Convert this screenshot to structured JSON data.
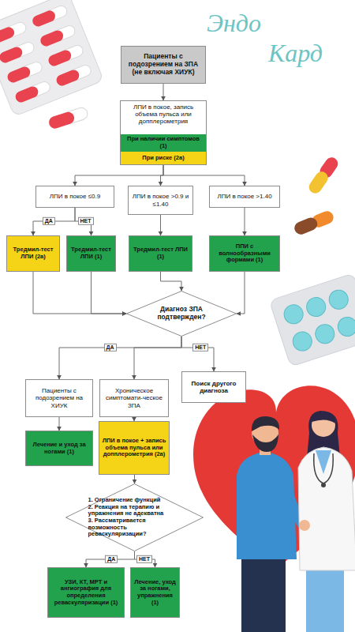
{
  "diagram": {
    "nodes": [
      {
        "text": [
          "Пациенты с подозрением на ЗПА (не включая ХИУК)"
        ]
      },
      {
        "text": [
          "ЛПИ в покое, запись объема пульса или допплерометрия"
        ]
      },
      {
        "text": [
          "При наличии симптомов (1)"
        ],
        "in": 1
      },
      {
        "text": [
          "При риске (2a)"
        ],
        "in": 1
      },
      {
        "text": [
          "ЛПИ в покое ≤0.9"
        ]
      },
      {
        "text": [
          "ЛПИ в покое >0.9 и ≤1.40"
        ]
      },
      {
        "text": [
          "ЛПИ в покое >1.40"
        ]
      },
      {
        "text": [
          "Тредмил-тест ЛПИ (2a)"
        ]
      },
      {
        "text": [
          "Тредмил-тест ЛПИ (1)"
        ]
      },
      {
        "text": [
          "Тредмил-тест ЛПИ (1)"
        ]
      },
      {
        "text": [
          "ППИ с волнообразными формами (1)"
        ]
      },
      {
        "text": [
          "Диагноз ЗПА подтвержден?"
        ]
      },
      {
        "text": [
          "Пациенты с подозрением на ХИУК"
        ]
      },
      {
        "text": [
          "Хроническое симптомати-ческое ЗПА"
        ]
      },
      {
        "text": [
          "Поиск другого диагноза"
        ]
      },
      {
        "text": [
          "Лечение и уход за ногами (1)"
        ]
      },
      {
        "text": [
          "ЛПИ в покое + запись объема пульса или допплерометрия (2a)"
        ]
      },
      {
        "text": [
          "1. Ограничение функций",
          "2. Реакция на терапию и упражнения не адекватна",
          "3. Рассматривается возможность реваскуляризации?"
        ]
      },
      {
        "text": [
          "УЗИ, КТ, МРТ и ангиография для определения реваскуляризации (1)"
        ]
      },
      {
        "text": [
          "Лечение, уход за ногами, упражнения (1)"
        ]
      }
    ],
    "edges": [
      {
        "from": 0,
        "to": 1,
        "arrow": "to"
      },
      {
        "from": 1,
        "to": 4,
        "arrow": "to"
      },
      {
        "from": 1,
        "to": 5,
        "arrow": "to"
      },
      {
        "from": 1,
        "to": 6,
        "arrow": "to"
      },
      {
        "from": 4,
        "to": 7,
        "arrow": "to",
        "label": "ДА"
      },
      {
        "from": 4,
        "to": 8,
        "arrow": "to",
        "label": "НЕТ"
      },
      {
        "from": 5,
        "to": 9,
        "arrow": "to"
      },
      {
        "from": 6,
        "to": 10,
        "arrow": "to"
      },
      {
        "from": 7,
        "to": 11,
        "arrow": "to"
      },
      {
        "from": 8,
        "to": 11,
        "arrow": "to"
      },
      {
        "from": 9,
        "to": 11,
        "arrow": "to"
      },
      {
        "from": 10,
        "to": 11,
        "arrow": "to"
      },
      {
        "from": 11,
        "to": 12,
        "arrow": "to",
        "label": "ДА"
      },
      {
        "from": 11,
        "to": 13,
        "arrow": "to"
      },
      {
        "from": 11,
        "to": 14,
        "arrow": "to",
        "label": "НЕТ"
      },
      {
        "from": 12,
        "to": 15,
        "arrow": "to"
      },
      {
        "from": 13,
        "to": 16,
        "arrow": "to"
      },
      {
        "from": 16,
        "to": 17,
        "arrow": "to"
      },
      {
        "from": 17,
        "to": 18,
        "arrow": "to",
        "label": "ДА"
      },
      {
        "from": 17,
        "to": 19,
        "arrow": "to",
        "label": "НЕТ"
      }
    ],
    "labels": [
      "Эндо Кард"
    ]
  }
}
